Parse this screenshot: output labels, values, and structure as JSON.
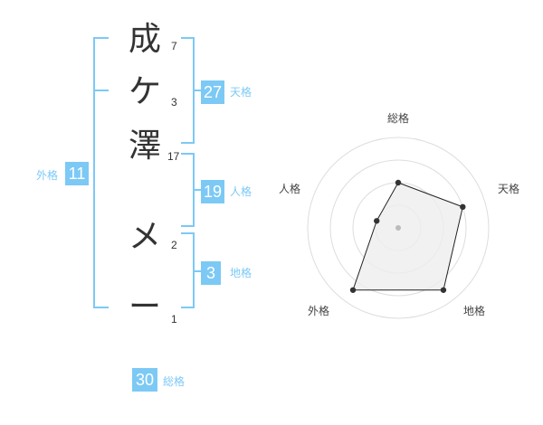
{
  "name": {
    "characters": [
      {
        "char": "成",
        "strokes": "7"
      },
      {
        "char": "ケ",
        "strokes": "3"
      },
      {
        "char": "澤",
        "strokes": "17"
      },
      {
        "char": "メ",
        "strokes": "2"
      },
      {
        "char": "ー",
        "strokes": "1"
      }
    ]
  },
  "kakusu": {
    "tenkaku": {
      "value": "27",
      "label": "天格"
    },
    "jinkaku": {
      "value": "19",
      "label": "人格"
    },
    "chikaku": {
      "value": "3",
      "label": "地格"
    },
    "gaikaku": {
      "value": "11",
      "label": "外格"
    },
    "soukaku": {
      "value": "30",
      "label": "総格"
    }
  },
  "colors": {
    "accent": "#7cc9f5",
    "text": "#333333",
    "grid": "#dddddd",
    "fill": "#eeeeee"
  },
  "chart_data": {
    "type": "radar",
    "axes": [
      "総格",
      "天格",
      "地格",
      "外格",
      "人格"
    ],
    "rings": 4,
    "values": [
      0.5,
      0.75,
      0.85,
      0.85,
      0.25
    ]
  }
}
